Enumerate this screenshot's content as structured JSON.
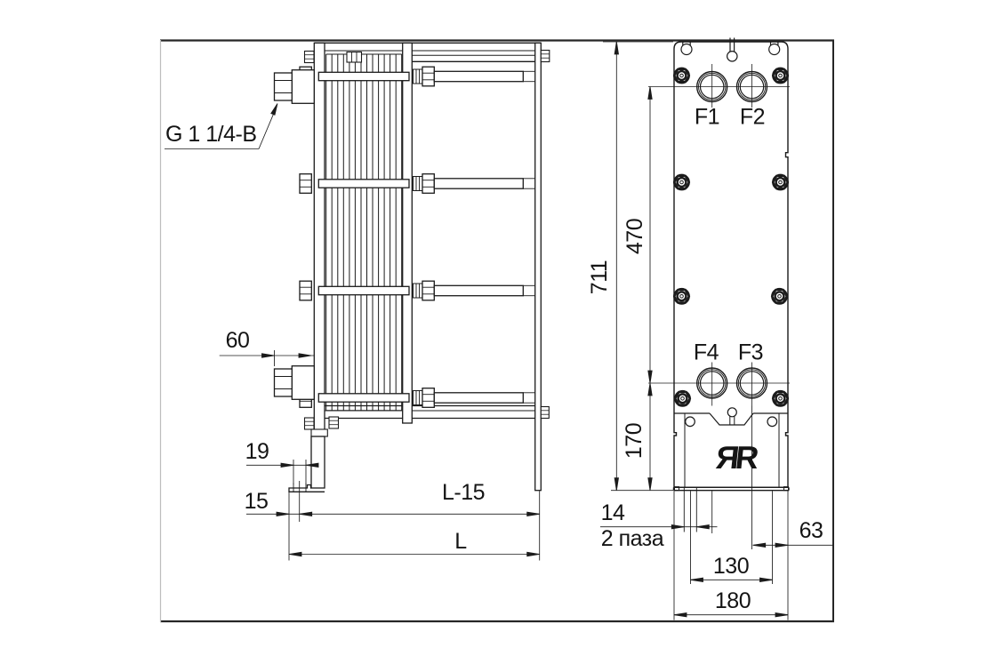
{
  "drawing": {
    "labels": {
      "thread": "G 1 1/4-B",
      "logo": "ЯR"
    },
    "side_view_dims": {
      "port_depth": "60",
      "foot_slot_length": "19",
      "edge_to_slot": "15",
      "length_minus_15": "L-15",
      "length": "L"
    },
    "front_view_dims": {
      "overall_height": "711",
      "port_vertical_span": "470",
      "port_to_base": "170",
      "slot_width": "14",
      "slot_count_note": "2 паза",
      "port_to_edge": "63",
      "slot_spacing": "130",
      "overall_width": "180"
    },
    "ports": {
      "f1": "F1",
      "f2": "F2",
      "f3": "F3",
      "f4": "F4"
    }
  }
}
